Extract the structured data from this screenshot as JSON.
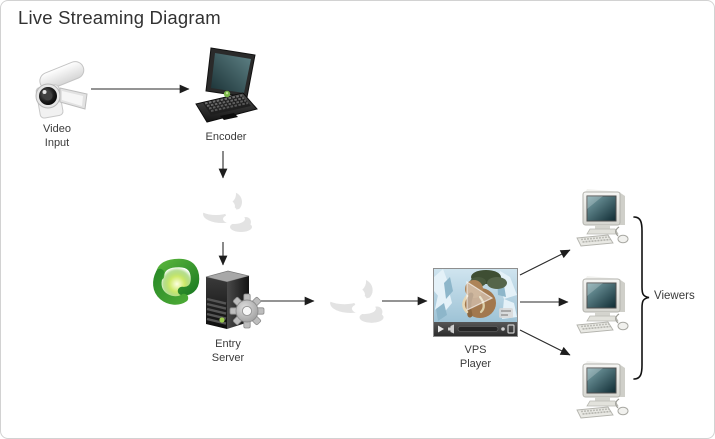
{
  "diagram": {
    "title": "Live Streaming Diagram",
    "nodes": {
      "video_input": {
        "icon": "camcorder-icon",
        "label_line1": "Video",
        "label_line2": "Input"
      },
      "encoder": {
        "icon": "laptop-icon",
        "label": "Encoder"
      },
      "cloud_upload": {
        "icon": "cloud-icon"
      },
      "entry_server": {
        "icon": "server-gear-icon",
        "logo_icon": "green-swirl-logo",
        "label_line1": "Entry",
        "label_line2": "Server"
      },
      "cloud_delivery": {
        "icon": "cloud-icon"
      },
      "vps_player": {
        "icon": "video-player-thumbnail",
        "label_line1": "VPS",
        "label_line2": "Player"
      },
      "viewers": {
        "icon": "desktop-computer-icon",
        "count": 3,
        "label": "Viewers"
      }
    },
    "connections": [
      {
        "from": "video_input",
        "to": "encoder"
      },
      {
        "from": "encoder",
        "to": "cloud_upload"
      },
      {
        "from": "cloud_upload",
        "to": "entry_server"
      },
      {
        "from": "entry_server",
        "to": "cloud_delivery"
      },
      {
        "from": "cloud_delivery",
        "to": "vps_player"
      },
      {
        "from": "vps_player",
        "to": "viewer_1"
      },
      {
        "from": "vps_player",
        "to": "viewer_2"
      },
      {
        "from": "vps_player",
        "to": "viewer_3"
      }
    ],
    "colors": {
      "background": "#ffffff",
      "border": "#d2d2d2",
      "arrow": "#1d1d1d",
      "text": "#3a3a3a",
      "logo_green": "#3aa52f",
      "screen_teal": "#2f5a60"
    }
  }
}
